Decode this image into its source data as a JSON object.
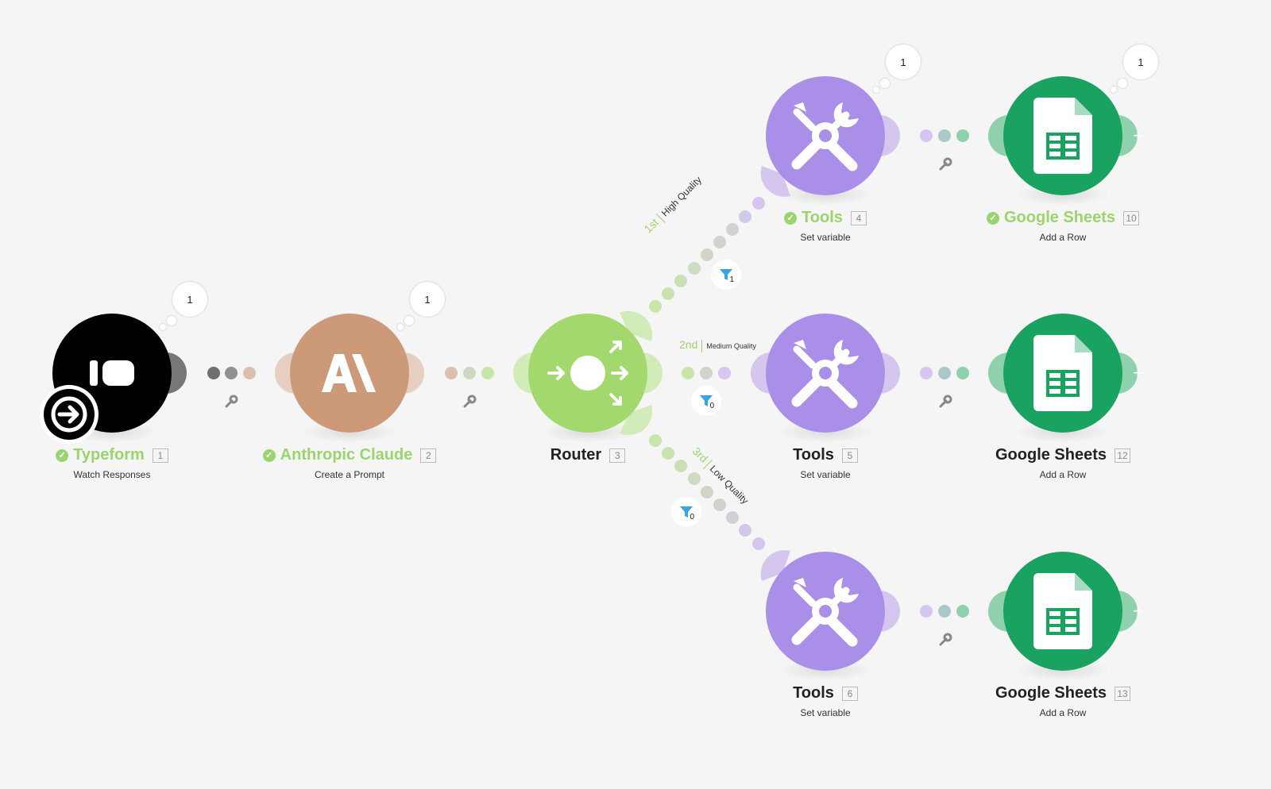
{
  "colors": {
    "typeform": "#000000",
    "claude": "#cc9a78",
    "router": "#a3d86f",
    "tools": "#a98fe8",
    "sheets": "#1aa260",
    "success": "#9bd46f",
    "filter": "#3ba3e0"
  },
  "modules": {
    "typeform": {
      "title": "Typeform",
      "index": "1",
      "subtitle": "Watch Responses",
      "bubble": "1",
      "icon": "typeform-icon"
    },
    "claude": {
      "title": "Anthropic Claude",
      "index": "2",
      "subtitle": "Create a Prompt",
      "bubble": "1",
      "icon": "anthropic-icon"
    },
    "router": {
      "title": "Router",
      "index": "3",
      "icon": "router-icon"
    },
    "tools4": {
      "title": "Tools",
      "index": "4",
      "subtitle": "Set variable",
      "bubble": "1",
      "icon": "tools-icon"
    },
    "sheets10": {
      "title": "Google Sheets",
      "index": "10",
      "subtitle": "Add a Row",
      "bubble": "1",
      "icon": "google-sheets-icon"
    },
    "tools5": {
      "title": "Tools",
      "index": "5",
      "subtitle": "Set variable",
      "icon": "tools-icon"
    },
    "sheets12": {
      "title": "Google Sheets",
      "index": "12",
      "subtitle": "Add a Row",
      "icon": "google-sheets-icon"
    },
    "tools6": {
      "title": "Tools",
      "index": "6",
      "subtitle": "Set variable",
      "icon": "tools-icon"
    },
    "sheets13": {
      "title": "Google Sheets",
      "index": "13",
      "subtitle": "Add a Row",
      "icon": "google-sheets-icon"
    }
  },
  "routes": {
    "first": {
      "order": "1st",
      "name": "High Quality",
      "filter_count": "1"
    },
    "second": {
      "order": "2nd",
      "name": "Medium Quality",
      "filter_count": "0"
    },
    "third": {
      "order": "3rd",
      "name": "Low Quality",
      "filter_count": "0"
    }
  },
  "add_module_symbol": "+"
}
